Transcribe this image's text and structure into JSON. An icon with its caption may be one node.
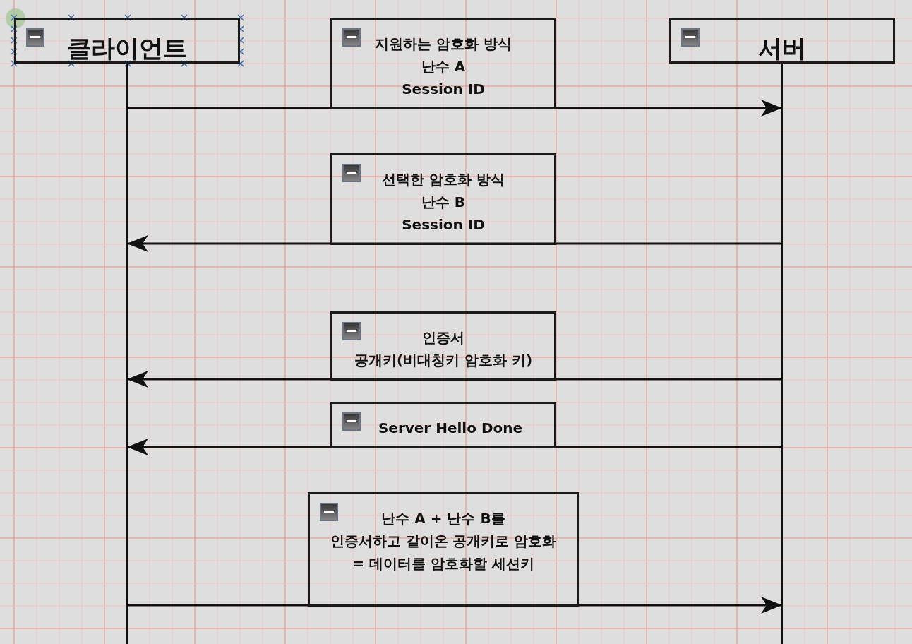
{
  "diagram": {
    "nodes": [
      {
        "text": [
          "클라이언트"
        ]
      },
      {
        "text": [
          "서버"
        ]
      },
      {
        "text": [
          "지원하는 암호화 방식",
          "난수 A",
          "Session ID"
        ]
      },
      {
        "text": [
          "선택한 암호화 방식",
          "난수 B",
          "Session ID"
        ]
      },
      {
        "text": [
          "인증서",
          "공개키(비대칭키 암호화 키)"
        ]
      },
      {
        "text": [
          "Server Hello Done"
        ]
      },
      {
        "text": [
          "난수 A + 난수 B를",
          "인증서하고 같이온 공개키로 암호화",
          "= 데이터를 암호화할 세션키"
        ]
      },
      {
        "text": [],
        "shape": "bar"
      },
      {
        "text": [],
        "shape": "bar"
      }
    ],
    "edges": [
      {
        "from": 7,
        "to": 8,
        "arrow": "to"
      },
      {
        "from": 8,
        "to": 7,
        "arrow": "to"
      },
      {
        "from": 8,
        "to": 7,
        "arrow": "to"
      },
      {
        "from": 8,
        "to": 7,
        "arrow": "to"
      },
      {
        "from": 7,
        "to": 8,
        "arrow": "to"
      }
    ]
  }
}
